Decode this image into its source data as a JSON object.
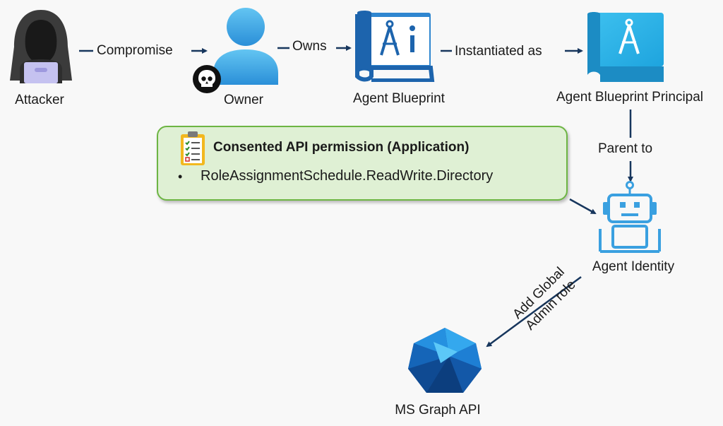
{
  "nodes": {
    "attacker": {
      "label": "Attacker",
      "icon": "hooded-attacker-icon"
    },
    "owner": {
      "label": "Owner",
      "icon": "user-icon",
      "badge": "skull-icon"
    },
    "blueprint": {
      "label": "Agent Blueprint",
      "icon": "blueprint-icon"
    },
    "principal": {
      "label": "Agent Blueprint Principal",
      "icon": "blueprint-principal-icon"
    },
    "identity": {
      "label": "Agent Identity",
      "icon": "robot-icon"
    },
    "graph": {
      "label": "MS Graph API",
      "icon": "ms-graph-icon"
    }
  },
  "edges": {
    "compromise": "Compromise",
    "owns": "Owns",
    "instantiated": "Instantiated as",
    "parent": "Parent to",
    "add_role_line1": "Add Global",
    "add_role_line2": "Admin role"
  },
  "permission": {
    "title": "Consented API permission (Application)",
    "bullet": "•",
    "items": [
      "RoleAssignmentSchedule.ReadWrite.Directory"
    ],
    "icon": "clipboard-checklist-icon"
  },
  "colors": {
    "arrow": "#17365d",
    "box_fill": "#dff0d4",
    "box_border": "#6db543",
    "icon_blue": "#3aa0e0",
    "graph_blue": "#1c6fc4"
  }
}
